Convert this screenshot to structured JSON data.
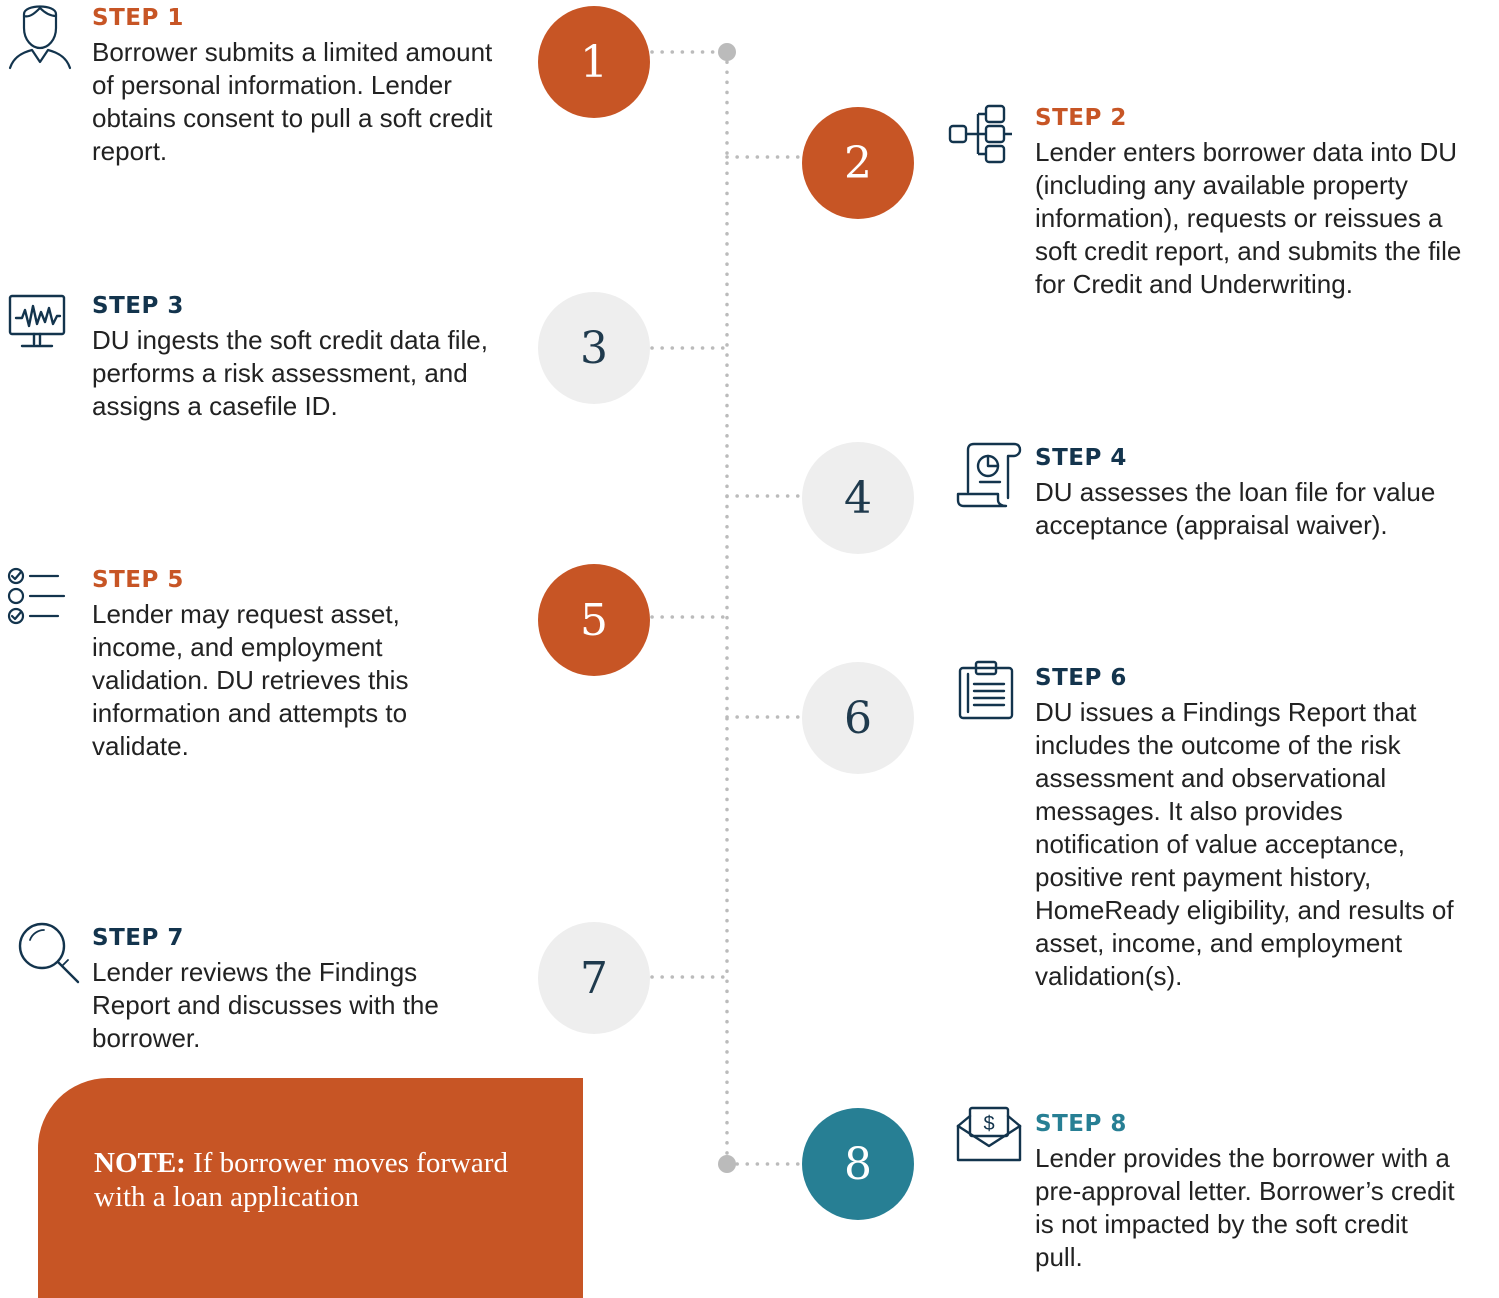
{
  "steps": [
    {
      "number": "1",
      "title": "STEP 1",
      "text": "Borrower submits a limited amount of personal information. Lender obtains consent to pull a soft credit report.",
      "icon": "person-icon",
      "color": "#c75525"
    },
    {
      "number": "2",
      "title": "STEP 2",
      "text": "Lender enters borrower data into DU (including any available property information), requests or reissues a soft credit report, and submits the file for Credit and Underwriting.",
      "icon": "flowchart-icon",
      "color": "#c75525"
    },
    {
      "number": "3",
      "title": "STEP 3",
      "text": "DU ingests the soft credit data file, performs a risk assessment, and assigns a casefile ID.",
      "icon": "monitor-icon",
      "color": "#13344d"
    },
    {
      "number": "4",
      "title": "STEP 4",
      "text": "DU assesses the loan file for value acceptance (appraisal waiver).",
      "icon": "document-chart-icon",
      "color": "#13344d"
    },
    {
      "number": "5",
      "title": "STEP 5",
      "text": "Lender may request asset, income, and employment validation. DU retrieves this information and attempts to validate.",
      "icon": "checklist-icon",
      "color": "#c75525"
    },
    {
      "number": "6",
      "title": "STEP 6",
      "text": "DU issues a Findings Report that includes the outcome of the risk assessment and observational messages. It also provides notification of value acceptance, positive rent payment history, HomeReady eligibility, and results of asset, income, and employment validation(s).",
      "icon": "clipboard-icon",
      "color": "#13344d"
    },
    {
      "number": "7",
      "title": "STEP 7",
      "text": "Lender reviews the Findings Report and discusses with the borrower.",
      "icon": "magnifier-icon",
      "color": "#13344d"
    },
    {
      "number": "8",
      "title": "STEP 8",
      "text": "Lender provides the borrower with a pre-approval letter. Borrower’s credit is not impacted by the soft credit pull.",
      "icon": "envelope-dollar-icon",
      "color": "#277f94"
    }
  ],
  "note": {
    "label": "NOTE:",
    "text": "If borrower moves forward with a loan application"
  },
  "colors": {
    "orange": "#c75525",
    "navy": "#13344d",
    "teal": "#277f94",
    "grey": "#eeeeee",
    "dots": "#bbbbbb"
  }
}
